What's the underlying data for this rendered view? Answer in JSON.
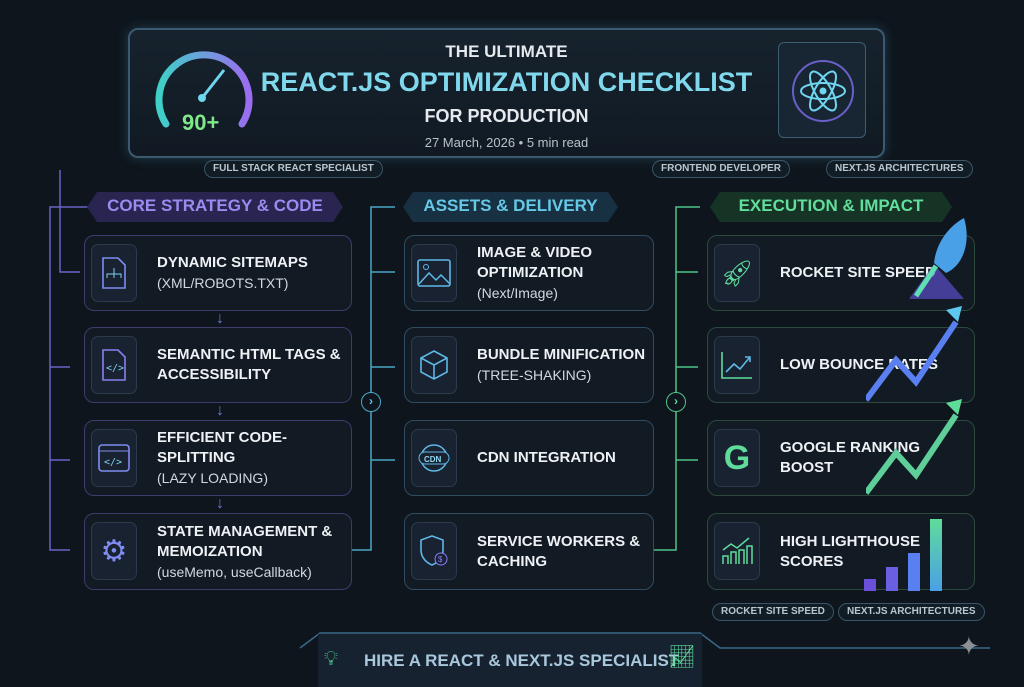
{
  "header": {
    "pre_title": "THE ULTIMATE",
    "title": "REACT.JS OPTIMIZATION CHECKLIST",
    "post_title": "FOR PRODUCTION",
    "meta": "27 March, 2026 • 5 min read",
    "gauge_value": "90+"
  },
  "tags": {
    "top": [
      "FULL STACK REACT SPECIALIST",
      "FRONTEND DEVELOPER",
      "NEXT.JS ARCHITECTURES"
    ],
    "bottom": [
      "ROCKET SITE SPEED",
      "NEXT.JS ARCHITECTURES"
    ]
  },
  "columns": [
    {
      "title": "CORE STRATEGY & CODE",
      "color": "#8f83e6",
      "items": [
        {
          "title": "DYNAMIC SITEMAPS",
          "sub": "(XML/ROBOTS.TXT)",
          "icon": "sitemap-file-icon"
        },
        {
          "title": "SEMANTIC HTML TAGS & ACCESSIBILITY",
          "sub": "",
          "icon": "code-file-icon"
        },
        {
          "title": "EFFICIENT CODE-SPLITTING",
          "sub": "(LAZY LOADING)",
          "icon": "code-window-icon"
        },
        {
          "title": "STATE MANAGEMENT & MEMOIZATION",
          "sub": "(useMemo, useCallback)",
          "icon": "gear-icon"
        }
      ]
    },
    {
      "title": "ASSETS & DELIVERY",
      "color": "#62c6e3",
      "items": [
        {
          "title": "IMAGE & VIDEO OPTIMIZATION",
          "sub": "(Next/Image)",
          "icon": "image-icon"
        },
        {
          "title": "BUNDLE MINIFICATION",
          "sub": "(TREE-SHAKING)",
          "icon": "package-icon"
        },
        {
          "title": "CDN INTEGRATION",
          "sub": "",
          "icon": "cdn-globe-icon"
        },
        {
          "title": "SERVICE WORKERS & CACHING",
          "sub": "",
          "icon": "shield-dollar-icon"
        }
      ]
    },
    {
      "title": "EXECUTION & IMPACT",
      "color": "#5fdc9a",
      "items": [
        {
          "title": "ROCKET SITE SPEED",
          "sub": "",
          "icon": "rocket-icon"
        },
        {
          "title": "LOW BOUNCE RATES",
          "sub": "",
          "icon": "trend-chart-icon"
        },
        {
          "title": "GOOGLE RANKING BOOST",
          "sub": "",
          "icon": "google-icon"
        },
        {
          "title": "HIGH LIGHTHOUSE SCORES",
          "sub": "",
          "icon": "bar-chart-icon"
        }
      ]
    }
  ],
  "footer": {
    "cta": "HIRE A REACT & NEXT.JS SPECIALIST"
  }
}
